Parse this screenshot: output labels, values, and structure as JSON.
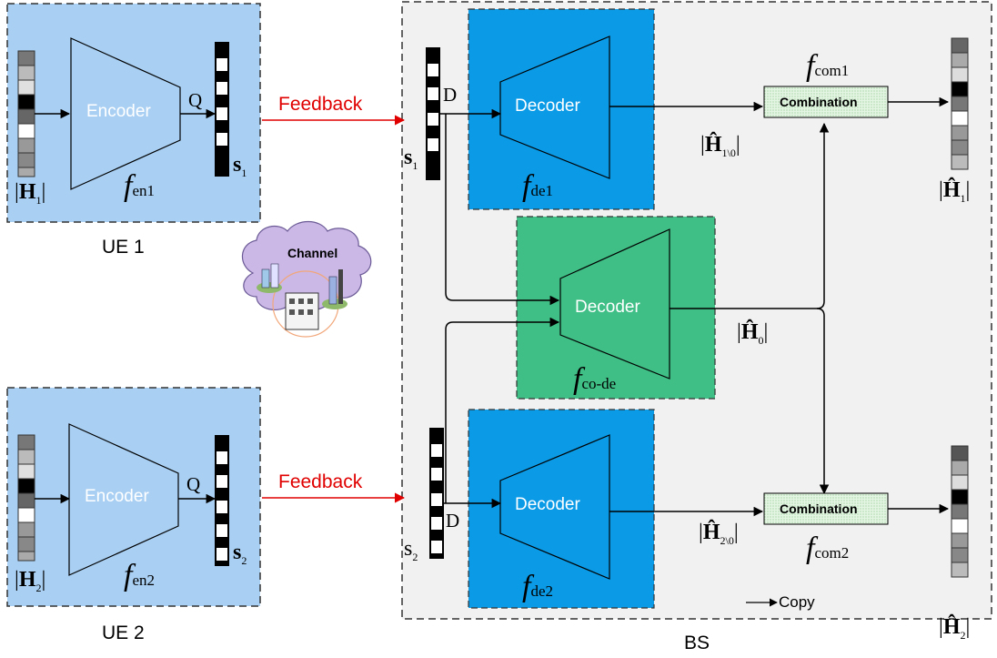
{
  "ue1": {
    "caption": "UE 1",
    "encoder_label": "Encoder",
    "quant_label": "Q",
    "input": "H",
    "input_sub": "1",
    "code": "s",
    "code_sub": "1",
    "func": "f",
    "func_sub": "en1"
  },
  "ue2": {
    "caption": "UE 2",
    "encoder_label": "Encoder",
    "quant_label": "Q",
    "input": "H",
    "input_sub": "2",
    "code": "s",
    "code_sub": "2",
    "func": "f",
    "func_sub": "en2"
  },
  "feedback": {
    "label1": "Feedback",
    "label2": "Feedback"
  },
  "channel": {
    "label": "Channel"
  },
  "bs": {
    "caption": "BS",
    "decoder1": {
      "label": "Decoder",
      "func": "f",
      "func_sub": "de1",
      "dequant": "D",
      "code": "s",
      "code_sub": "1"
    },
    "decoder2": {
      "label": "Decoder",
      "func": "f",
      "func_sub": "de2",
      "dequant": "D",
      "code": "s",
      "code_sub": "2"
    },
    "codecoder": {
      "label": "Decoder",
      "func": "f",
      "func_sub": "co-de"
    },
    "comb1": {
      "label": "Combination",
      "func": "f",
      "func_sub": "com1"
    },
    "comb2": {
      "label": "Combination",
      "func": "f",
      "func_sub": "com2"
    },
    "h10": {
      "sym": "Ĥ",
      "sub": "1\\0"
    },
    "h20": {
      "sym": "Ĥ",
      "sub": "2\\0"
    },
    "h0": {
      "sym": "Ĥ",
      "sub": "0"
    },
    "out1": {
      "sym": "Ĥ",
      "sub": "1"
    },
    "out2": {
      "sym": "Ĥ",
      "sub": "2"
    },
    "legend_copy": "Copy"
  },
  "colors": {
    "ue_bg": "#a9d0f3",
    "decoder_bg": "#0b9ae6",
    "codecoder_bg": "#3fbf86",
    "bs_bg": "#f1f1f1",
    "feedback": "#e00000",
    "comb_bg": "#dff2df"
  }
}
